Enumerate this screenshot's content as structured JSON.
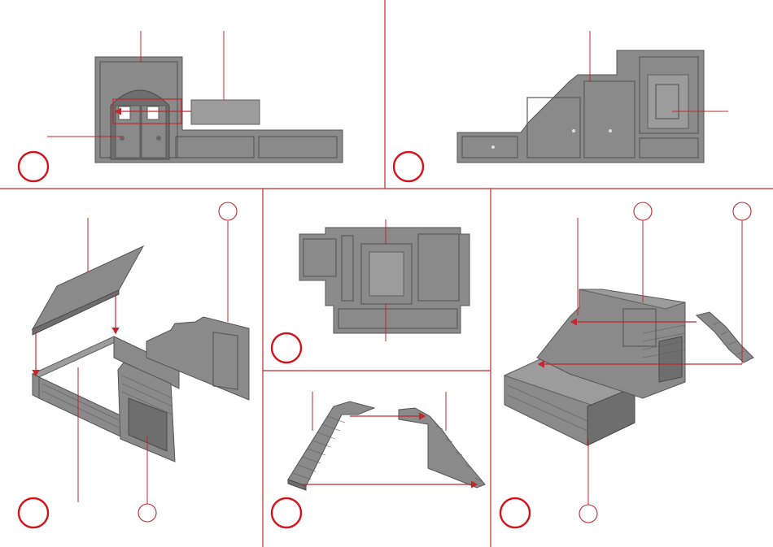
{
  "sheet": {
    "accent_color": "#c0282d",
    "part_color": "#8a8a8a",
    "panels": [
      {
        "label": "",
        "description_icon": "wall-with-door-part"
      },
      {
        "label": "",
        "description_icon": "stepped-wall-part"
      },
      {
        "label": "",
        "description_icon": "assembly-base-and-roof"
      },
      {
        "label": "",
        "description_icon": "back-wall-part"
      },
      {
        "label": "",
        "description_icon": "stair-parts"
      },
      {
        "label": "",
        "description_icon": "final-assembly"
      }
    ]
  }
}
